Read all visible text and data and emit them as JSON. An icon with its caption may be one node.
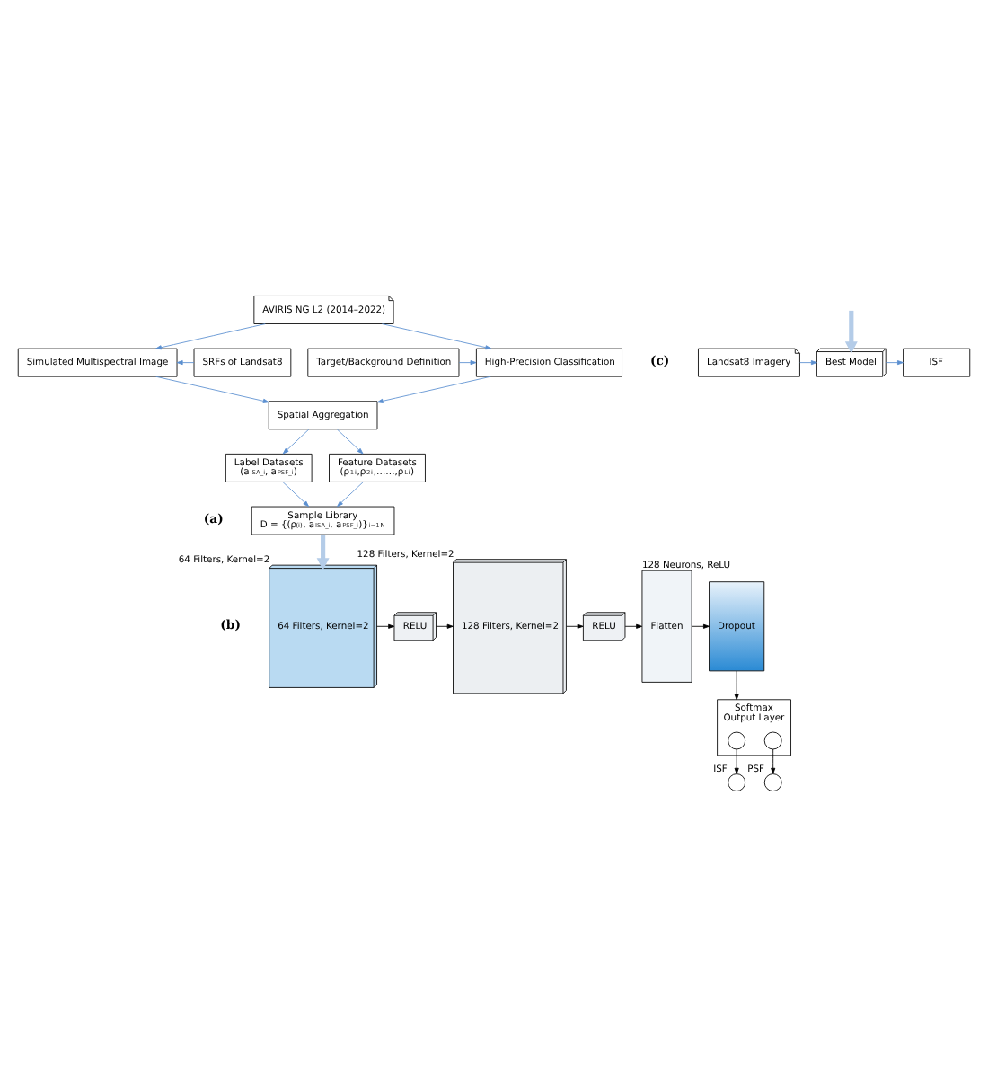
{
  "diagram": {
    "nodes": [
      {
        "text": [
          "AVIRIS NG L2 (2014–2022)"
        ]
      },
      {
        "text": [
          "Target/Background Definition"
        ]
      },
      {
        "text": [
          "High-Precision Classification"
        ]
      },
      {
        "text": [
          "Simulated Multispectral Image"
        ]
      },
      {
        "text": [
          "SRFs of Landsat8"
        ]
      },
      {
        "text": [
          "Spatial Aggregation"
        ]
      },
      {
        "text": [
          "Label Datasets",
          "(a$_{ISA_i}$, a$_{PSF_i}$)"
        ]
      },
      {
        "text": [
          "Feature Datasets",
          "(ρ$_{1}$$^{i}$,ρ$_{2}$$^{i}$,……,ρ$_{L}$$^{i}$)"
        ]
      },
      {
        "text": [
          "Sample Library",
          "D = {(ρ$^{(i)}$, a$_{ISA_i}$, a$_{PSF_i}$)}$_{i=1}$$^{N}$"
        ]
      },
      {
        "text": [
          "64 Filters, Kernel=2"
        ],
        "beside": [
          "64 Filters, Kernel=2"
        ]
      },
      {
        "text": [
          "RELU"
        ]
      },
      {
        "text": [
          "128 Filters, Kernel=2"
        ],
        "beside": [
          "128 Filters, Kernel=2"
        ]
      },
      {
        "text": [
          "RELU"
        ]
      },
      {
        "text": [
          "Flatten"
        ],
        "beside": [
          "128 Neurons, ReLU"
        ]
      },
      {
        "text": [
          "Dropout"
        ]
      },
      {
        "text": [
          "Softmax",
          "Output Layer"
        ]
      },
      {
        "text": [],
        "shape": "circle",
        "in": 15
      },
      {
        "text": [],
        "shape": "circle",
        "in": 15
      },
      {
        "text": [],
        "shape": "circle",
        "beside": [
          "ISF"
        ]
      },
      {
        "text": [],
        "shape": "circle",
        "beside": [
          "PSF"
        ]
      },
      {
        "text": [
          "Landsat8 Imagery"
        ]
      },
      {
        "text": [
          "Best Model"
        ]
      },
      {
        "text": [
          "ISF"
        ]
      }
    ],
    "edges": [
      {
        "from": 0,
        "to": 2,
        "arrow": "to"
      },
      {
        "from": 0,
        "to": 3,
        "arrow": "to"
      },
      {
        "from": 1,
        "to": 2,
        "arrow": "to"
      },
      {
        "from": 4,
        "to": 3,
        "arrow": "to"
      },
      {
        "from": 2,
        "to": 5,
        "arrow": "to"
      },
      {
        "from": 3,
        "to": 5,
        "arrow": "to"
      },
      {
        "from": 5,
        "to": 6,
        "arrow": "to"
      },
      {
        "from": 5,
        "to": 7,
        "arrow": "to"
      },
      {
        "from": 6,
        "to": 8,
        "arrow": "to"
      },
      {
        "from": 7,
        "to": 8,
        "arrow": "to"
      },
      {
        "from": 8,
        "to": 9,
        "arrow": "to",
        "style": "thick",
        "color": "#b4cce8"
      },
      {
        "from": 9,
        "to": 10,
        "arrow": "to",
        "color": "#000000"
      },
      {
        "from": 10,
        "to": 11,
        "arrow": "to",
        "color": "#000000"
      },
      {
        "from": 11,
        "to": 12,
        "arrow": "to",
        "color": "#000000"
      },
      {
        "from": 12,
        "to": 13,
        "arrow": "to",
        "color": "#000000"
      },
      {
        "from": 13,
        "to": 14,
        "arrow": "to",
        "color": "#000000"
      },
      {
        "from": 14,
        "to": 15,
        "arrow": "to",
        "color": "#000000"
      },
      {
        "from": 16,
        "to": 18,
        "arrow": "to",
        "color": "#000000"
      },
      {
        "from": 17,
        "to": 19,
        "arrow": "to",
        "color": "#000000"
      },
      {
        "from": null,
        "to": 21,
        "arrow": "to",
        "style": "thick",
        "color": "#b4cce8"
      },
      {
        "from": 20,
        "to": 21,
        "arrow": "to"
      },
      {
        "from": 21,
        "to": 22,
        "arrow": "to"
      }
    ],
    "labels": [
      "(a)",
      "(b)",
      "(c)"
    ]
  }
}
